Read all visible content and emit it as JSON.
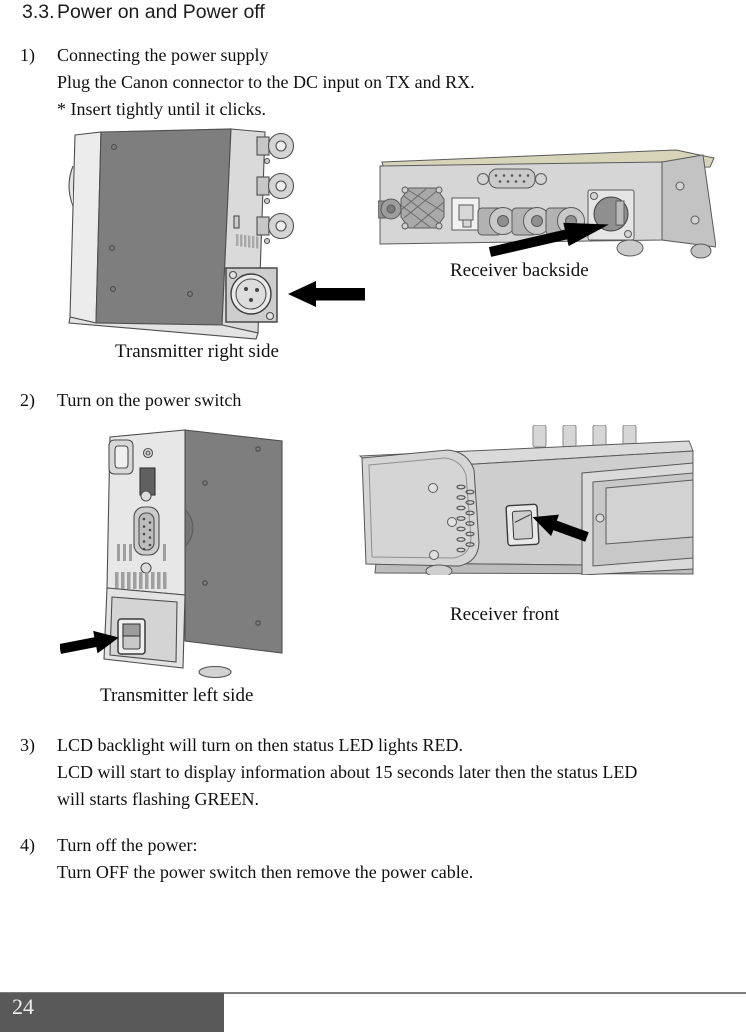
{
  "page": {
    "heading": {
      "number": "3.3.",
      "title": "Power on and Power off"
    },
    "steps": [
      {
        "num": "1)",
        "lines": [
          "Connecting the power supply",
          "Plug the Canon connector to the DC input on TX and RX.",
          "* Insert tightly until it clicks."
        ]
      },
      {
        "num": "2)",
        "lines": [
          "Turn on the power switch"
        ]
      },
      {
        "num": "3)",
        "lines": [
          "LCD backlight will turn on then status LED lights RED.",
          "LCD will start to display information about 15 seconds later then the status LED",
          "will starts flashing GREEN."
        ]
      },
      {
        "num": "4)",
        "lines": [
          "Turn off the power:",
          "Turn OFF the power switch then remove the power cable."
        ]
      }
    ],
    "figures": {
      "transmitter_right": {
        "caption": "Transmitter right side",
        "icon": "arrow-left-icon"
      },
      "receiver_back": {
        "caption": "Receiver backside",
        "icon": "arrow-up-right-icon"
      },
      "transmitter_left": {
        "caption": "Transmitter left side",
        "icon": "arrow-right-icon"
      },
      "receiver_front": {
        "caption": "Receiver front",
        "icon": "arrow-up-left-icon"
      }
    },
    "footer": {
      "page_number": "24"
    },
    "colors": {
      "arrow": "#000000",
      "footer_bar": "#595959",
      "device_body": "#d6d6d6",
      "device_panel_dark": "#7e7e7e",
      "chassis_top_tint": "#d7d4ba"
    }
  }
}
